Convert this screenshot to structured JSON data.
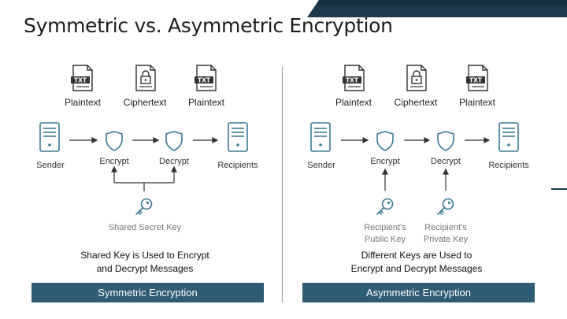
{
  "title": "Symmetric vs. Asymmetric Encryption",
  "symmetric": {
    "docs": [
      "Plaintext",
      "Ciphertext",
      "Plaintext"
    ],
    "doc_badge": "TXT",
    "nodes": [
      "Sender",
      "Encrypt",
      "Decrypt",
      "Recipients"
    ],
    "key_label": "Shared Secret Key",
    "note_line1": "Shared Key is Used to Encrypt",
    "note_line2": "and Decrypt Messages",
    "banner": "Symmetric Encryption"
  },
  "asymmetric": {
    "docs": [
      "Plaintext",
      "Ciphertext",
      "Plaintext"
    ],
    "doc_badge": "TXT",
    "nodes": [
      "Sender",
      "Encrypt",
      "Decrypt",
      "Recipients"
    ],
    "public_key_line1": "Recipient’s",
    "public_key_line2": "Public Key",
    "private_key_line1": "Recipient’s",
    "private_key_line2": "Private Key",
    "note_line1": "Different Keys are Used to",
    "note_line2": "Encrypt and Decrypt Messages",
    "banner": "Asymmetric Encryption"
  },
  "colors": {
    "accent": "#2e5c75",
    "icon": "#3c7a95",
    "corner": "#1e3a4c"
  },
  "icons": {
    "document": "document-icon",
    "locked_document": "locked-document-icon",
    "server": "server-icon",
    "shield": "shield-icon",
    "key": "key-icon",
    "arrow": "arrow-right-icon"
  }
}
